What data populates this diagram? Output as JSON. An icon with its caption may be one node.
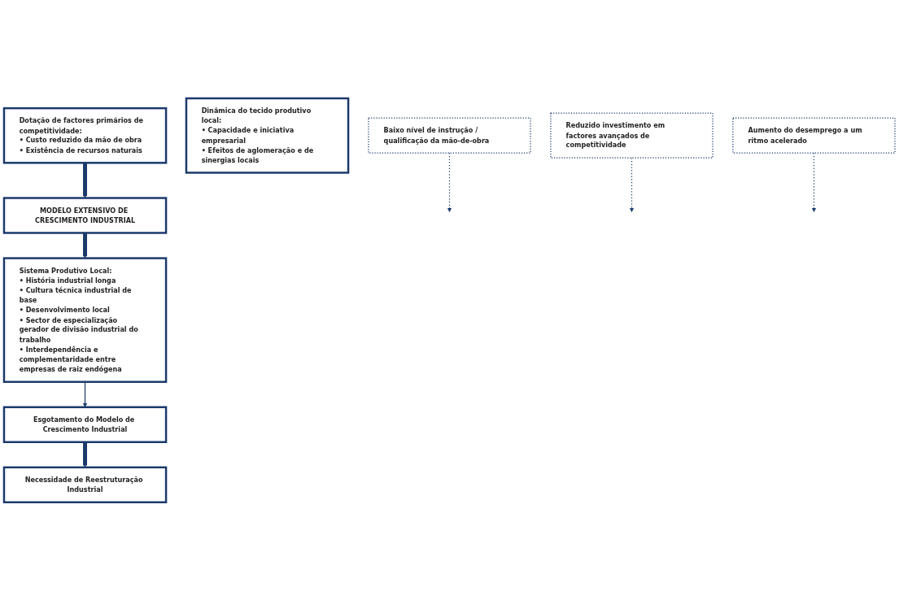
{
  "diagram": {
    "nodes": [
      {
        "text": [
          "MODELO EXTENSIVO DE CRESCIMENTO INDUSTRIAL"
        ]
      },
      {
        "text": [
          "Dotação de factores primários de competitividade:",
          "• Custo reduzido da mão de obra",
          "• Existência de recursos naturais"
        ]
      },
      {
        "text": [
          "Dinâmica do tecido produtivo local:",
          "• Capacidade e iniciativa empresarial",
          "• Efeitos de aglomeração e de sinergias locais"
        ]
      },
      {
        "text": [
          "Sistema Produtivo Local:",
          "• História industrial longa",
          "• Cultura técnica industrial de base",
          "• Desenvolvimento local",
          "• Sector de especialização gerador de divisão industrial do trabalho",
          "• Interdependência e complementaridade entre empresas de raiz endógena"
        ]
      },
      {
        "text": [
          "Baixo nível de instrução / qualificação da mão-de-obra"
        ]
      },
      {
        "text": [
          "Reduzido investimento em factores avançados de competitividade"
        ]
      },
      {
        "text": [
          "Esgotamento do Modelo de Crescimento Industrial"
        ]
      },
      {
        "text": [
          "Aumento do desemprego a um ritmo acelerado"
        ]
      },
      {
        "text": [
          "Necessidade de Reestruturação Industrial"
        ]
      }
    ],
    "edges": [
      {
        "from": 1,
        "to": 0,
        "arrow": "to",
        "style": "thick"
      },
      {
        "from": 0,
        "to": 3,
        "arrow": "to",
        "style": "thick"
      },
      {
        "from": 3,
        "to": 6,
        "arrow": "to"
      },
      {
        "from": 4,
        "to": null,
        "arrow": "to",
        "style": "dashed"
      },
      {
        "from": 5,
        "to": null,
        "arrow": "to",
        "style": "dashed"
      },
      {
        "from": 6,
        "to": 8,
        "arrow": "to",
        "style": "thick"
      },
      {
        "from": 7,
        "to": null,
        "arrow": "to",
        "style": "dashed"
      }
    ]
  }
}
